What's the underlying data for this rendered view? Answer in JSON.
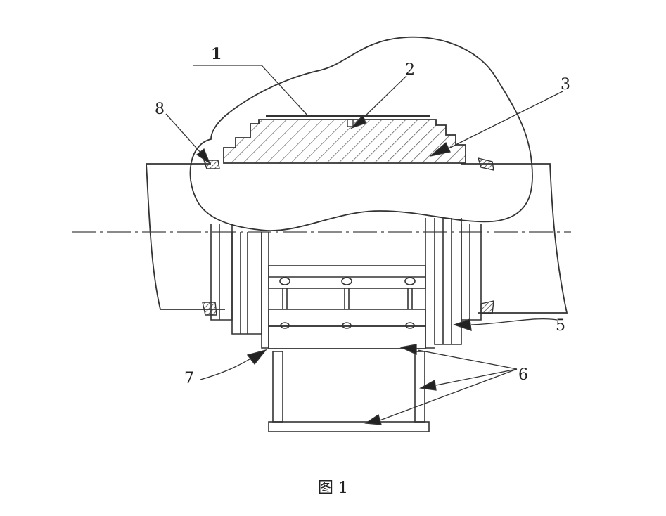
{
  "labels": {
    "l1": "1",
    "l2": "2",
    "l3": "3",
    "l5": "5",
    "l6": "6",
    "l7": "7",
    "l8": "8"
  },
  "caption": "图 1"
}
